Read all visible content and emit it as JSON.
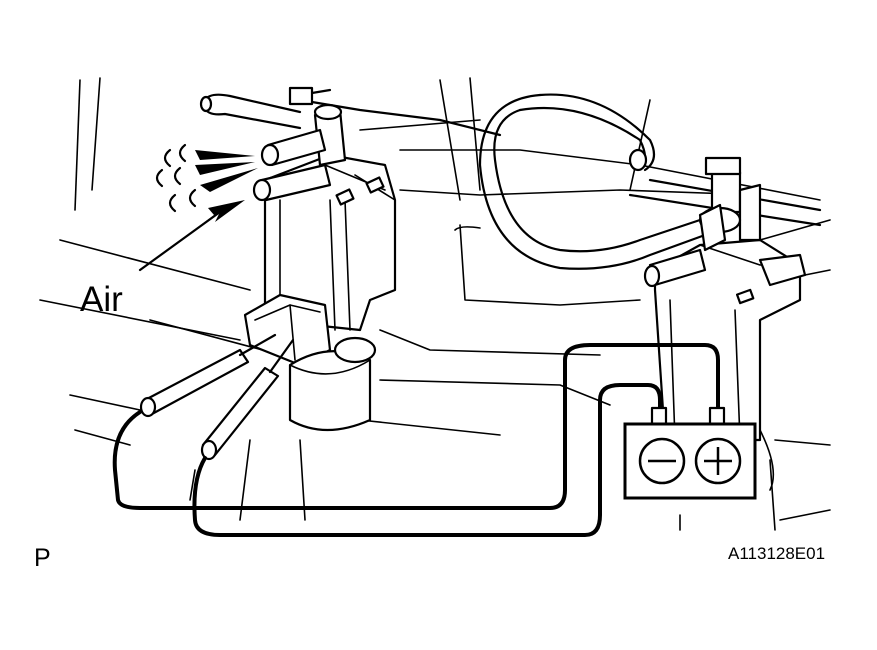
{
  "labels": {
    "air": "Air",
    "view": "P",
    "figure_id": "A113128E01"
  },
  "battery": {
    "negative_symbol": "−",
    "positive_symbol": "+"
  },
  "icons": [
    "air-flow-arrow-icon",
    "air-puff-icon",
    "battery-icon",
    "test-probe-icon"
  ]
}
